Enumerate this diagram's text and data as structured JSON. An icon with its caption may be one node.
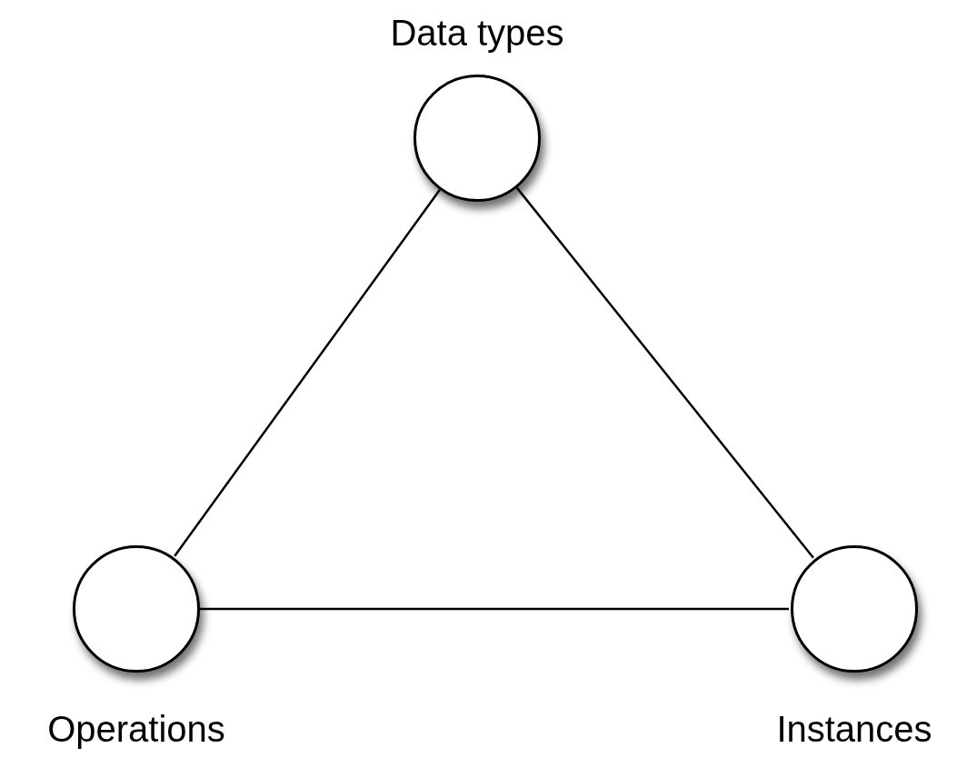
{
  "diagram": {
    "nodes": [
      {
        "text": [
          "Data types"
        ]
      },
      {
        "text": [
          "Operations"
        ]
      },
      {
        "text": [
          "Instances"
        ]
      }
    ],
    "edges": [
      {
        "from": 0,
        "to": 1,
        "arrow": "none"
      },
      {
        "from": 0,
        "to": 2,
        "arrow": "none"
      },
      {
        "from": 1,
        "to": 2,
        "arrow": "none"
      }
    ]
  }
}
